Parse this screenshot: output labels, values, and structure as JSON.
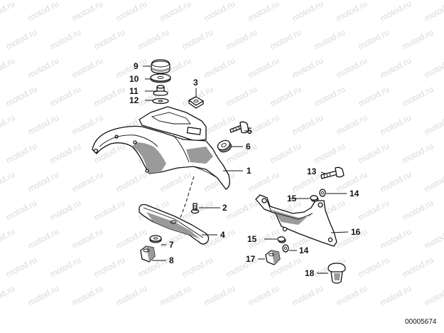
{
  "watermark": "motod.ru",
  "diagram_number": "00005674",
  "callouts": {
    "c1": "1",
    "c2": "2",
    "c3": "3",
    "c4": "4",
    "c5": "5",
    "c6": "6",
    "c7": "7",
    "c8": "8",
    "c9": "9",
    "c10": "10",
    "c11": "11",
    "c12": "12",
    "c13": "13",
    "c14a": "14",
    "c14b": "14",
    "c15a": "15",
    "c15b": "15",
    "c16": "16",
    "c17": "17",
    "c18": "18"
  }
}
